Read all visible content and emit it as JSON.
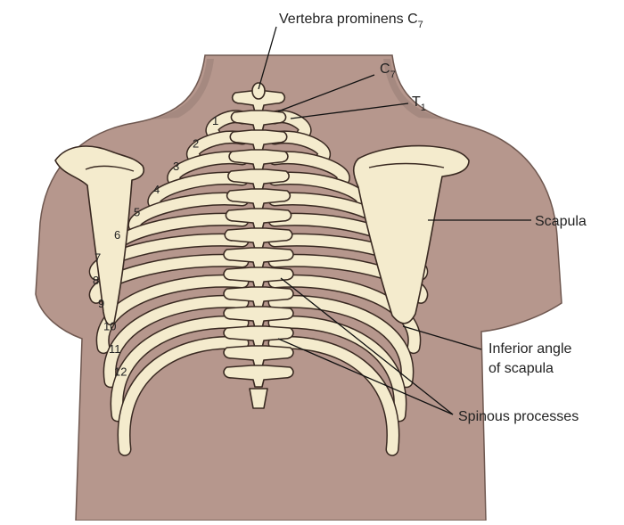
{
  "labels": {
    "vertebra_prominens": {
      "text": "Vertebra prominens C",
      "sub": "7"
    },
    "c7": {
      "text": "C",
      "sub": "7"
    },
    "t1": {
      "text": "T",
      "sub": "1"
    },
    "scapula": "Scapula",
    "inferior_angle_line1": "Inferior angle",
    "inferior_angle_line2": "of scapula",
    "spinous_processes": "Spinous processes"
  },
  "rib_numbers": [
    "1",
    "2",
    "3",
    "4",
    "5",
    "6",
    "7",
    "8",
    "9",
    "10",
    "11",
    "12"
  ],
  "colors": {
    "skin": "#b6978d",
    "skin_dark": "#9c7d72",
    "bone": "#f4ebcd",
    "outline": "#3a2a22"
  }
}
